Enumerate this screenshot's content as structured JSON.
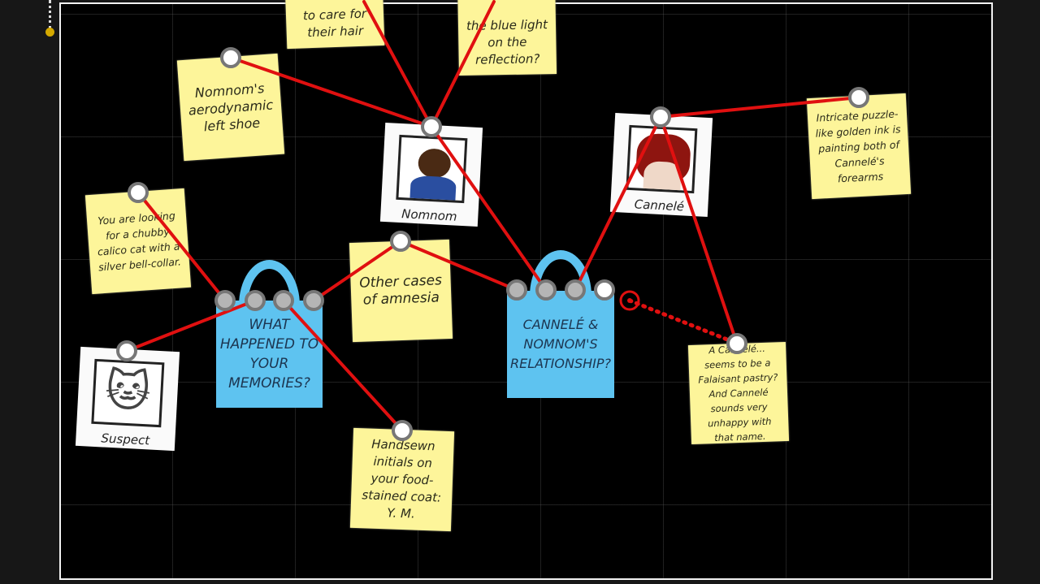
{
  "notes": {
    "hair": "to care for their hair",
    "blue_light": "the blue light on the reflection?",
    "shoe": "Nomnom's aerodynamic left shoe",
    "ink": "Intricate puzzle-like golden ink is painting both of Cannelé's forearms",
    "cat": "You are looking for a chubby calico cat with a silver bell-collar.",
    "amnesia": "Other cases of amnesia",
    "pastry": "A Cannelé... seems to be a Falaisant pastry? And Cannelé sounds very unhappy with that name.",
    "initials": "Handsewn initials on your food-stained coat: Y. M."
  },
  "photos": {
    "nomnom": "Nomnom",
    "cannele": "Cannelé",
    "suspect": "Suspect"
  },
  "bags": {
    "memories": "WHAT HAPPENED TO YOUR MEMORIES?",
    "relationship": "CANNELÉ & NOMNOM'S RELATIONSHIP?"
  },
  "colors": {
    "string": "#e01010",
    "note": "#fdf59a",
    "bag": "#5ec3f0",
    "pull_cord_knob": "#d4a900"
  }
}
